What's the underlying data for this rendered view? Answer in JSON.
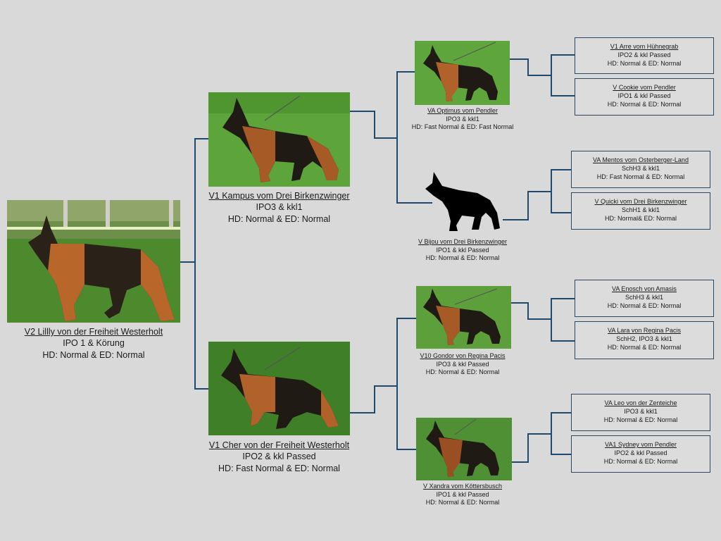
{
  "root": {
    "name": "V2 Lillly von der Freiheit Westerholt",
    "line1": "IPO 1 & Körung",
    "line2": "HD: Normal & ED: Normal"
  },
  "sire": {
    "name": "V1 Kampus vom Drei Birkenzwinger",
    "line1": "IPO3 & kkl1",
    "line2": "HD: Normal & ED: Normal"
  },
  "dam": {
    "name": "V1 Cher von der Freiheit Westerholt",
    "line1": "IPO2 & kkl Passed",
    "line2": "HD: Fast Normal & ED: Normal"
  },
  "sire_sire": {
    "name": "VA Optimus vom Pendler",
    "line1": "IPO3 & kkl1",
    "line2": "HD: Fast Normal & ED: Fast Normal"
  },
  "sire_dam": {
    "name": "V Bijou vom Drei Birkenzwinger",
    "line1": "IPO1 & kkl Passed",
    "line2": "HD: Normal & ED: Normal"
  },
  "dam_sire": {
    "name": "V10 Gondor von Regina Pacis",
    "line1": "IPO3 & kkl Passed",
    "line2": "HD: Normal & ED: Normal"
  },
  "dam_dam": {
    "name": "V Xandra vom Köttersbusch",
    "line1": "IPO1 & kkl Passed",
    "line2": "HD: Normal & ED: Normal"
  },
  "ggp": [
    {
      "name": "V1 Arre vom Hühnegrab",
      "line1": "IPO2 & kkl Passed",
      "line2": "HD: Normal & ED: Normal"
    },
    {
      "name": "V Cookie vom Pendler",
      "line1": "IPO1 & kkl Passed",
      "line2": "HD: Normal & ED: Normal"
    },
    {
      "name": "VA Mentos vom Osterberger-Land",
      "line1": "SchH3 & kkl1",
      "line2": "HD: Fast Normal & ED: Normal"
    },
    {
      "name": "V Quicki vom Drei Birkenzwinger",
      "line1": "SchH1 & kkl1",
      "line2": "HD: Normal& ED: Normal"
    },
    {
      "name": "VA Enosch von Amasis",
      "line1": "SchH3 & kkl1",
      "line2": "HD: Normal & ED: Normal"
    },
    {
      "name": "VA Lara von Regina Pacis",
      "line1": "SchH2, IPO3 & kkl1",
      "line2": "HD: Normal & ED: Normal"
    },
    {
      "name": "VA Leo von der Zenteiche",
      "line1": "IPO3 & kkl1",
      "line2": "HD: Normal & ED: Normal"
    },
    {
      "name": "VA1 Sydney vom Pendler",
      "line1": "IPO2 & kkl Passed",
      "line2": "HD: Normal & ED: Normal"
    }
  ],
  "colors": {
    "background": "#d9d9d9",
    "connector": "#1f4a70",
    "box_border": "#2b4761",
    "grass": "#5a9a3a"
  },
  "icons": {
    "photo": "dog-photo",
    "silhouette": "dog-silhouette-icon"
  }
}
